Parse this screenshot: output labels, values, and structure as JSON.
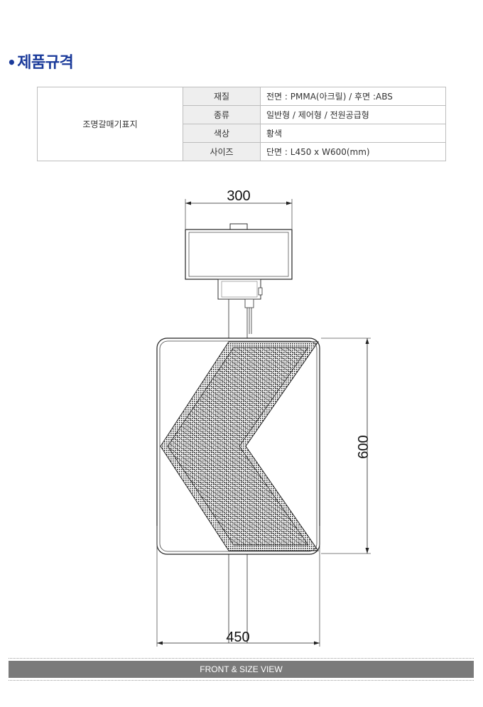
{
  "section": {
    "title": "제품규격"
  },
  "spec_table": {
    "product_name": "조명갈매기표지",
    "rows": [
      {
        "label": "재질",
        "value": "전면 : PMMA(아크릴) / 후면 :ABS"
      },
      {
        "label": "종류",
        "value": "일반형 / 제어형 / 전원공급형"
      },
      {
        "label": "색상",
        "value": "황색"
      },
      {
        "label": "사이즈",
        "value": "단면 : L450 x W600(mm)"
      }
    ]
  },
  "drawing": {
    "dim_top_width": "300",
    "dim_height": "600",
    "dim_bottom_width": "450"
  },
  "caption": "FRONT & SIZE VIEW"
}
